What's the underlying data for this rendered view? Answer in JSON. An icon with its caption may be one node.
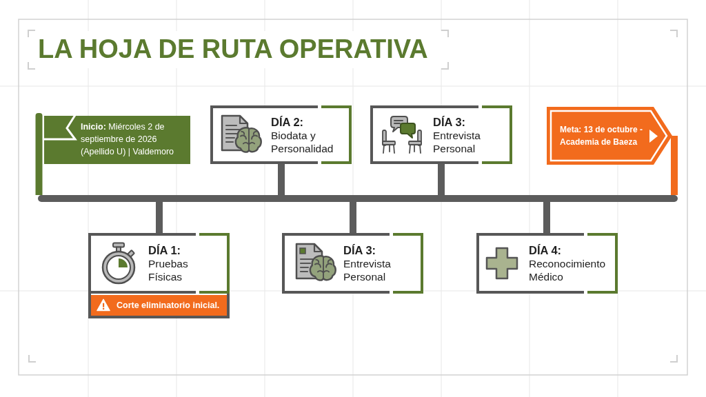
{
  "diagram": {
    "title": "LA HOJA DE RUTA OPERATIVA",
    "nodes": [
      {
        "text": [
          "**Inicio:** Miércoles 2 de septiembre de 2026 (Apellido U) | Valdemoro"
        ]
      },
      {
        "text": [
          "DÍA 2:",
          "Biodata y Personalidad"
        ]
      },
      {
        "text": [
          "DÍA 3:",
          "Entrevista Personal"
        ]
      },
      {
        "text": [
          "Meta: 13 de octubre - Academia de Baeza"
        ]
      },
      {
        "text": [],
        "shape": "bar"
      },
      {
        "text": [
          "DÍA 1:",
          "Pruebas Físicas"
        ]
      },
      {
        "text": [
          "Corte eliminatorio inicial."
        ],
        "in": 5
      },
      {
        "text": [
          "DÍA 3:",
          "Entrevista Personal"
        ]
      },
      {
        "text": [
          "DÍA 4:",
          "Reconocimiento Médico"
        ]
      }
    ],
    "edges": [
      {
        "from": 0,
        "to": 4,
        "arrow": "none",
        "color": "#5b7a2f"
      },
      {
        "from": 1,
        "to": 4,
        "arrow": "none"
      },
      {
        "from": 2,
        "to": 4,
        "arrow": "none"
      },
      {
        "from": 3,
        "to": 4,
        "arrow": "none",
        "color": "#f26b1d"
      },
      {
        "from": 4,
        "to": 5,
        "arrow": "none"
      },
      {
        "from": 4,
        "to": 7,
        "arrow": "none"
      },
      {
        "from": 4,
        "to": 8,
        "arrow": "none"
      }
    ]
  }
}
